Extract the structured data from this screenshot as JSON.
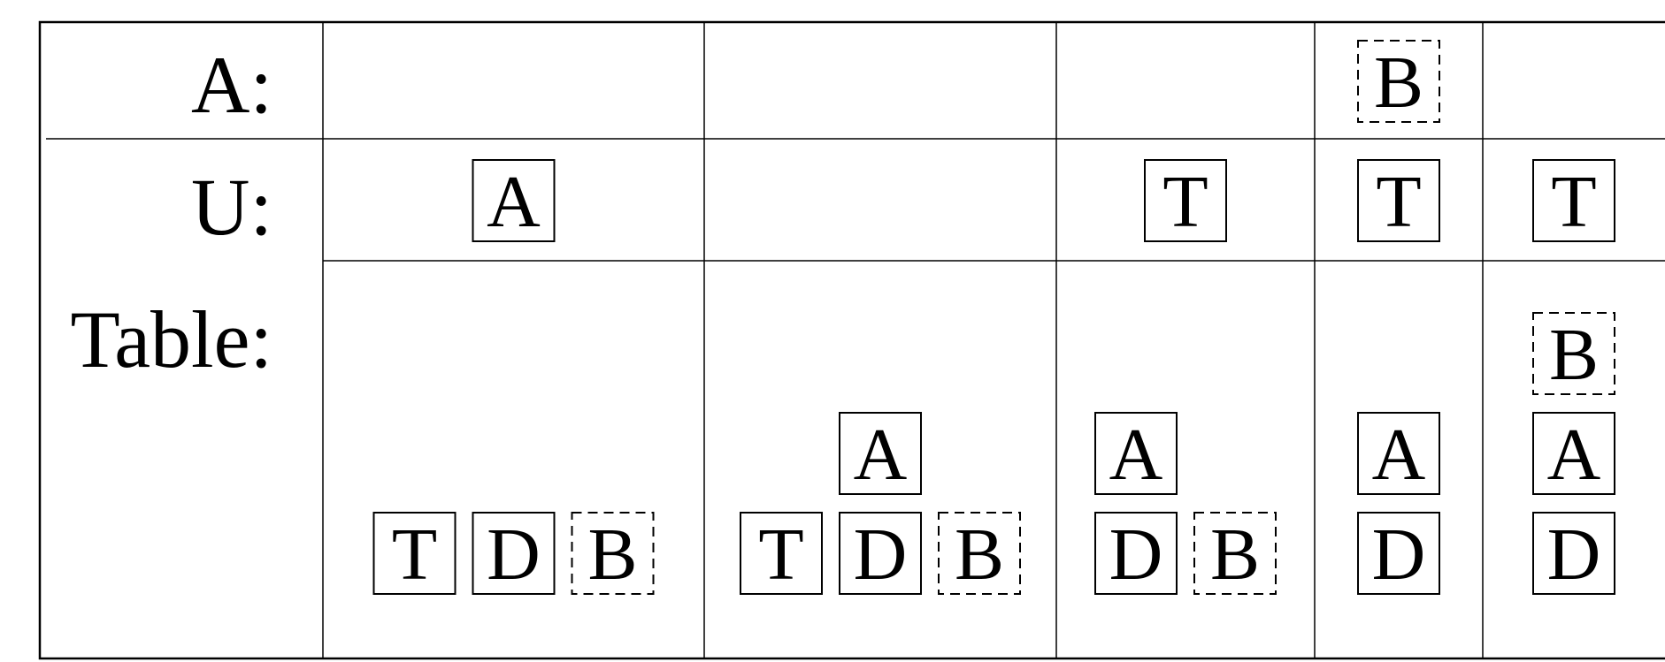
{
  "rows": {
    "a": "A:",
    "u": "U:",
    "table": "Table:"
  },
  "states": [
    {
      "a": [],
      "u": [
        {
          "letter": "A",
          "style": "solid"
        }
      ],
      "table": [
        [
          {
            "letter": "T",
            "style": "solid"
          }
        ],
        [
          {
            "letter": "D",
            "style": "solid"
          }
        ],
        [
          {
            "letter": "B",
            "style": "dashed"
          }
        ]
      ]
    },
    {
      "a": [],
      "u": [],
      "table": [
        [
          {
            "letter": "T",
            "style": "solid"
          }
        ],
        [
          {
            "letter": "D",
            "style": "solid"
          },
          {
            "letter": "A",
            "style": "solid"
          }
        ],
        [
          {
            "letter": "B",
            "style": "dashed"
          }
        ]
      ]
    },
    {
      "a": [],
      "u": [
        {
          "letter": "T",
          "style": "solid"
        }
      ],
      "table": [
        [
          {
            "letter": "D",
            "style": "solid"
          },
          {
            "letter": "A",
            "style": "solid"
          }
        ],
        [
          {
            "letter": "B",
            "style": "dashed"
          }
        ]
      ]
    },
    {
      "a": [
        {
          "letter": "B",
          "style": "dashed"
        }
      ],
      "u": [
        {
          "letter": "T",
          "style": "solid"
        }
      ],
      "table": [
        [
          {
            "letter": "D",
            "style": "solid"
          },
          {
            "letter": "A",
            "style": "solid"
          }
        ]
      ]
    },
    {
      "a": [],
      "u": [
        {
          "letter": "T",
          "style": "solid"
        }
      ],
      "table": [
        [
          {
            "letter": "D",
            "style": "solid"
          },
          {
            "letter": "A",
            "style": "solid"
          },
          {
            "letter": "B",
            "style": "dashed"
          }
        ]
      ]
    }
  ]
}
